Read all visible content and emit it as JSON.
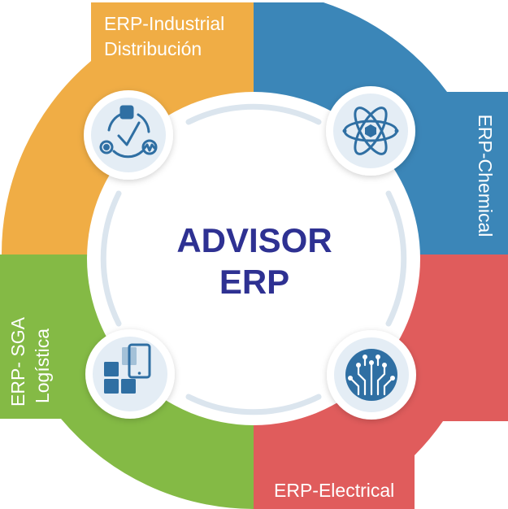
{
  "colors": {
    "industrial": "#f0ad45",
    "chemical": "#3b86b8",
    "electrical": "#e05c5c",
    "logistica": "#84ba45",
    "center_text": "#2e3192",
    "icon_blue": "#2f6fa3",
    "icon_circle": "#e4edf5"
  },
  "center": {
    "line1": "ADVISOR",
    "line2": "ERP"
  },
  "quadrants": {
    "industrial": {
      "line1": "ERP-Industrial",
      "line2": "Distribución",
      "icon": "cycle-check-icon"
    },
    "chemical": {
      "label": "ERP-Chemical",
      "icon": "atom-icon"
    },
    "electrical": {
      "label": "ERP-Electrical",
      "icon": "circuit-icon"
    },
    "logistica": {
      "line1": "ERP- SGA",
      "line2": "Logística",
      "icon": "boxes-tablet-icon"
    }
  }
}
